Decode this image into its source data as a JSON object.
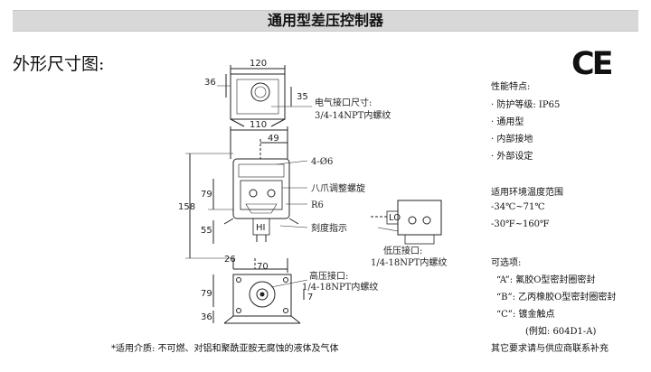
{
  "header": {
    "title": "通用型差压控制器"
  },
  "section": {
    "label": "外形尺寸图:"
  },
  "logo": {
    "text": "CE"
  },
  "drawing": {
    "dims": {
      "d120": "120",
      "d36a": "36",
      "d35": "35",
      "d110": "110",
      "d49": "49",
      "d79a": "79",
      "d158": "158",
      "d55": "55",
      "d26": "26",
      "d70": "70",
      "d79b": "79",
      "d36b": "36",
      "d7": "7"
    },
    "notes": {
      "elec_port_line1": "电气接口尺寸:",
      "elec_port_line2": "3/4-14NPT内螺纹",
      "holes": "4-Ø6",
      "claw": "八爪调整螺旋",
      "r6": "R6",
      "scale": "刻度指示",
      "low_port_line1": "低压接口:",
      "low_port_line2": "1/4-18NPT内螺纹",
      "high_port_line1": "高压接口:",
      "high_port_line2": "1/4-18NPT内螺纹",
      "hi_mark": "HI",
      "lo_mark": "LO"
    }
  },
  "features": {
    "heading": "性能特点:",
    "items": [
      "防护等级: IP65",
      "通用型",
      "内部接地",
      "外部设定"
    ]
  },
  "env": {
    "heading": "适用环境温度范围",
    "lines": [
      "-34℃~71℃",
      "-30℉~160℉"
    ]
  },
  "options": {
    "heading": "可选项:",
    "items": [
      {
        "code": "“A”",
        "text": ": 氟胶O型密封圈密封"
      },
      {
        "code": "“B”",
        "text": ": 乙丙橡胶O型密封圈密封"
      },
      {
        "code": "“C”",
        "text": ": 镀金触点"
      }
    ],
    "example": "(例如: 604D1-A)",
    "footer": "其它要求请与供应商联系补充"
  },
  "footnote": "*适用介质: 不可燃、对铝和聚酰亚胺无腐蚀的液体及气体"
}
